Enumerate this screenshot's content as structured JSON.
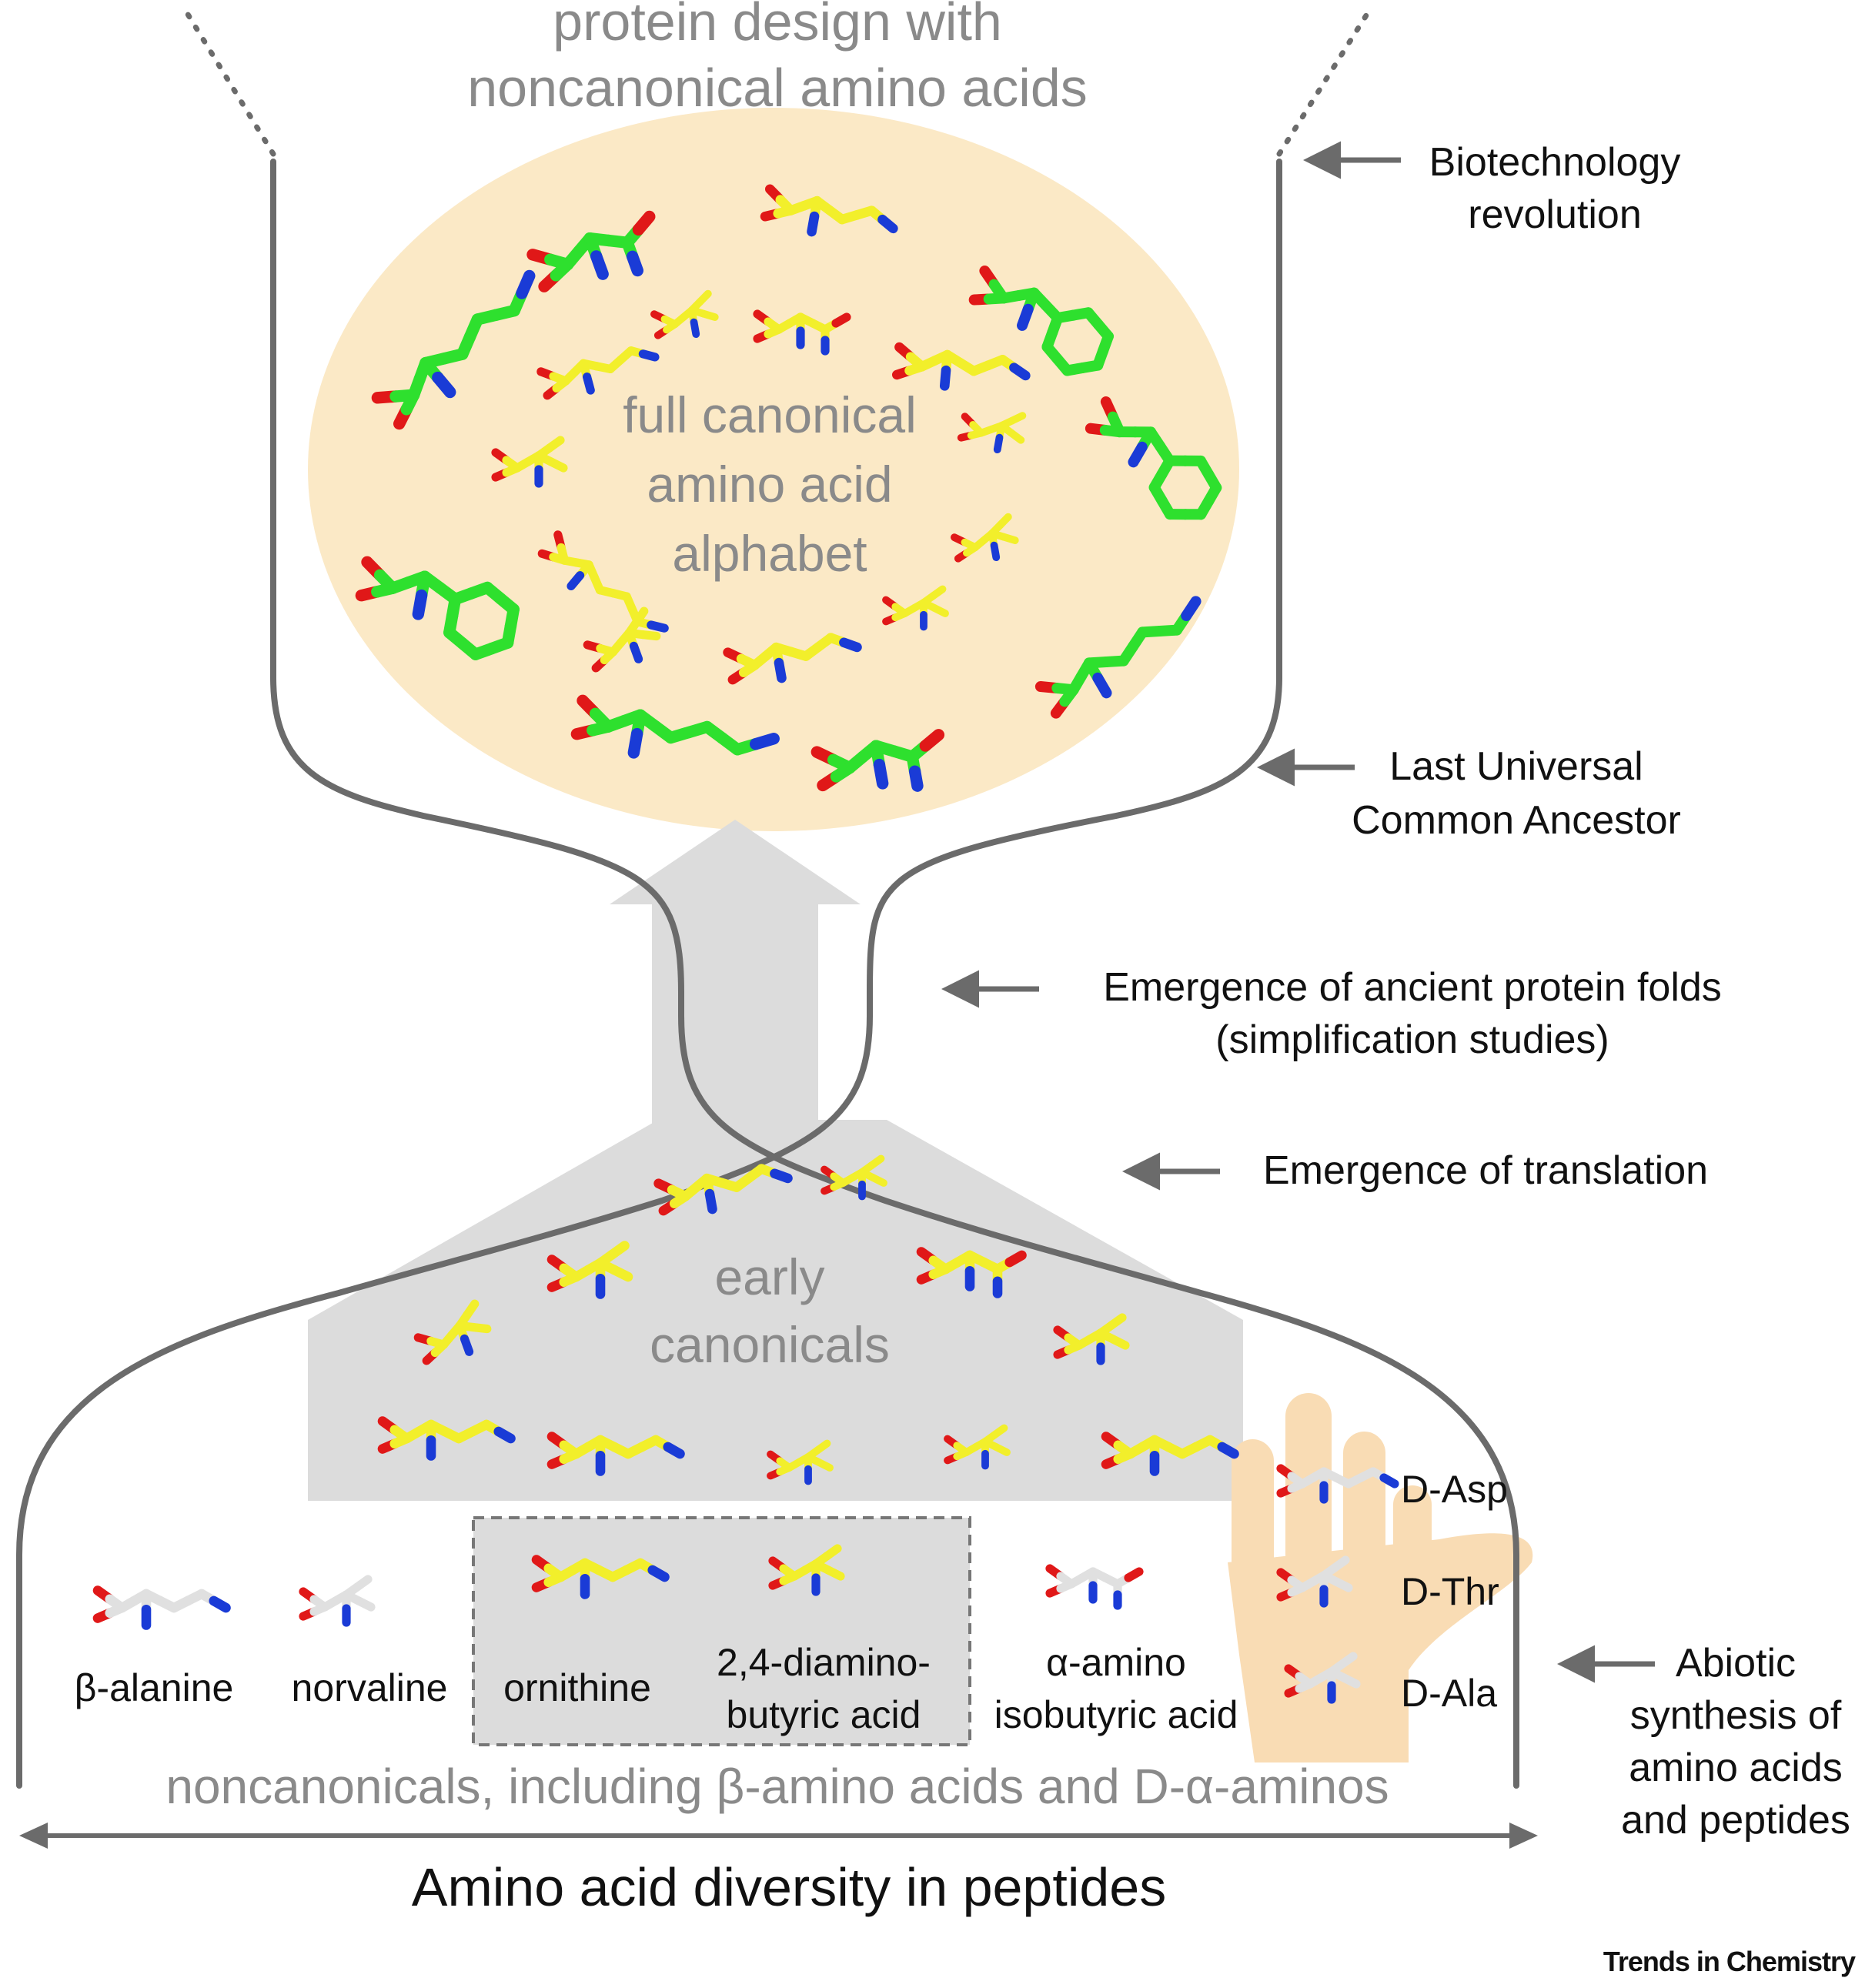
{
  "title": {
    "line1": "protein design with",
    "line2": "noncanonical amino acids"
  },
  "ellipse_label": {
    "line1": "full canonical",
    "line2": "amino acid",
    "line3": "alphabet"
  },
  "trapezoid_label": {
    "line1": "early",
    "line2": "canonicals"
  },
  "annotations": {
    "biotech": {
      "line1": "Biotechnology",
      "line2": "revolution"
    },
    "luca": {
      "line1": "Last Universal",
      "line2": "Common Ancestor"
    },
    "folds": {
      "line1": "Emergence of ancient protein folds",
      "line2": "(simplification studies)"
    },
    "translation": {
      "line1": "Emergence of translation"
    },
    "abiotic": {
      "line1": "Abiotic",
      "line2": "synthesis of",
      "line3": "amino acids",
      "line4": "and peptides"
    }
  },
  "noncanonicals": {
    "beta_alanine": "β-alanine",
    "norvaline": "norvaline",
    "ornithine": "ornithine",
    "dab_line1": "2,4-diamino-",
    "dab_line2": "butyric acid",
    "aib_line1": "α-amino",
    "aib_line2": "isobutyric acid",
    "d_asp_prefix": "D",
    "d_asp_suffix": "-Asp",
    "d_thr_prefix": "D",
    "d_thr_suffix": "-Thr",
    "d_ala_prefix": "D",
    "d_ala_suffix": "-Ala"
  },
  "bottom_label": {
    "part1": "noncanonicals, including β-amino acids and ",
    "d_prefix": "D",
    "part2": "-α-aminos"
  },
  "axis_label": "Amino acid diversity in peptides",
  "credit": "Trends in Chemistry",
  "colors": {
    "outline": "#6b6b6b",
    "ellipse_fill": "#fbe9c6",
    "gray_region": "#dcdcdc",
    "carbon_green": "#2ee02e",
    "carbon_yellow": "#f2ef2b",
    "carbon_white": "#e0e0e0",
    "nitrogen": "#1a3bd6",
    "oxygen": "#e01818",
    "hand": "#f9dcb4"
  }
}
